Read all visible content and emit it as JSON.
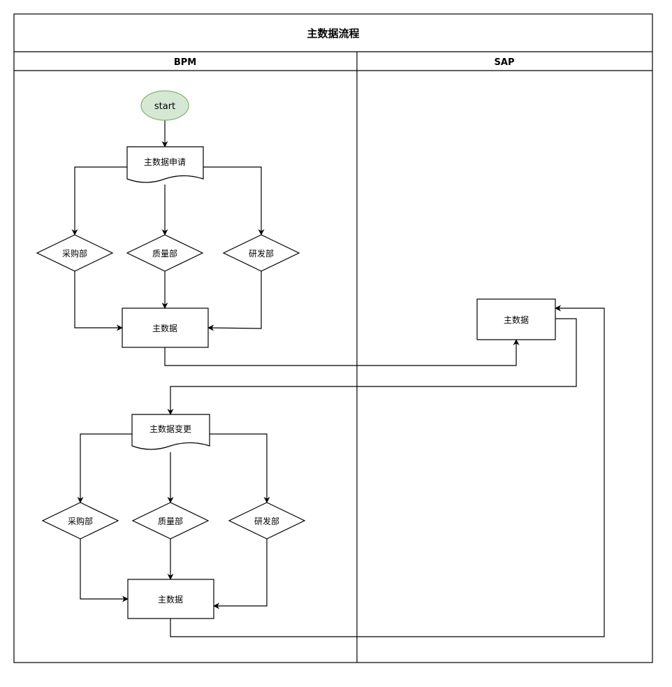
{
  "diagram": {
    "title": "主数据流程",
    "lanes": [
      {
        "id": "bpm",
        "label": "BPM"
      },
      {
        "id": "sap",
        "label": "SAP"
      }
    ],
    "colors": {
      "start_fill": "#d5e8d4",
      "start_stroke": "#82b366",
      "line": "#000000",
      "background": "#ffffff"
    },
    "nodes": [
      {
        "id": "start",
        "type": "start",
        "label": "start"
      },
      {
        "id": "apply",
        "type": "document",
        "label": "主数据申请"
      },
      {
        "id": "d1",
        "type": "decision",
        "label": "采购部"
      },
      {
        "id": "d2",
        "type": "decision",
        "label": "质量部"
      },
      {
        "id": "d3",
        "type": "decision",
        "label": "研发部"
      },
      {
        "id": "md1",
        "type": "process",
        "label": "主数据"
      },
      {
        "id": "sap_md",
        "type": "process",
        "label": "主数据"
      },
      {
        "id": "change",
        "type": "document",
        "label": "主数据变更"
      },
      {
        "id": "d4",
        "type": "decision",
        "label": "采购部"
      },
      {
        "id": "d5",
        "type": "decision",
        "label": "质量部"
      },
      {
        "id": "d6",
        "type": "decision",
        "label": "研发部"
      },
      {
        "id": "md2",
        "type": "process",
        "label": "主数据"
      }
    ],
    "edges": [
      {
        "from": "start",
        "to": "apply"
      },
      {
        "from": "apply",
        "to": "d1"
      },
      {
        "from": "apply",
        "to": "d2"
      },
      {
        "from": "apply",
        "to": "d3"
      },
      {
        "from": "d1",
        "to": "md1"
      },
      {
        "from": "d2",
        "to": "md1"
      },
      {
        "from": "d3",
        "to": "md1"
      },
      {
        "from": "md1",
        "to": "sap_md"
      },
      {
        "from": "sap_md",
        "to": "change"
      },
      {
        "from": "change",
        "to": "d4"
      },
      {
        "from": "change",
        "to": "d5"
      },
      {
        "from": "change",
        "to": "d6"
      },
      {
        "from": "d4",
        "to": "md2"
      },
      {
        "from": "d5",
        "to": "md2"
      },
      {
        "from": "d6",
        "to": "md2"
      },
      {
        "from": "md2",
        "to": "sap_md"
      }
    ]
  }
}
